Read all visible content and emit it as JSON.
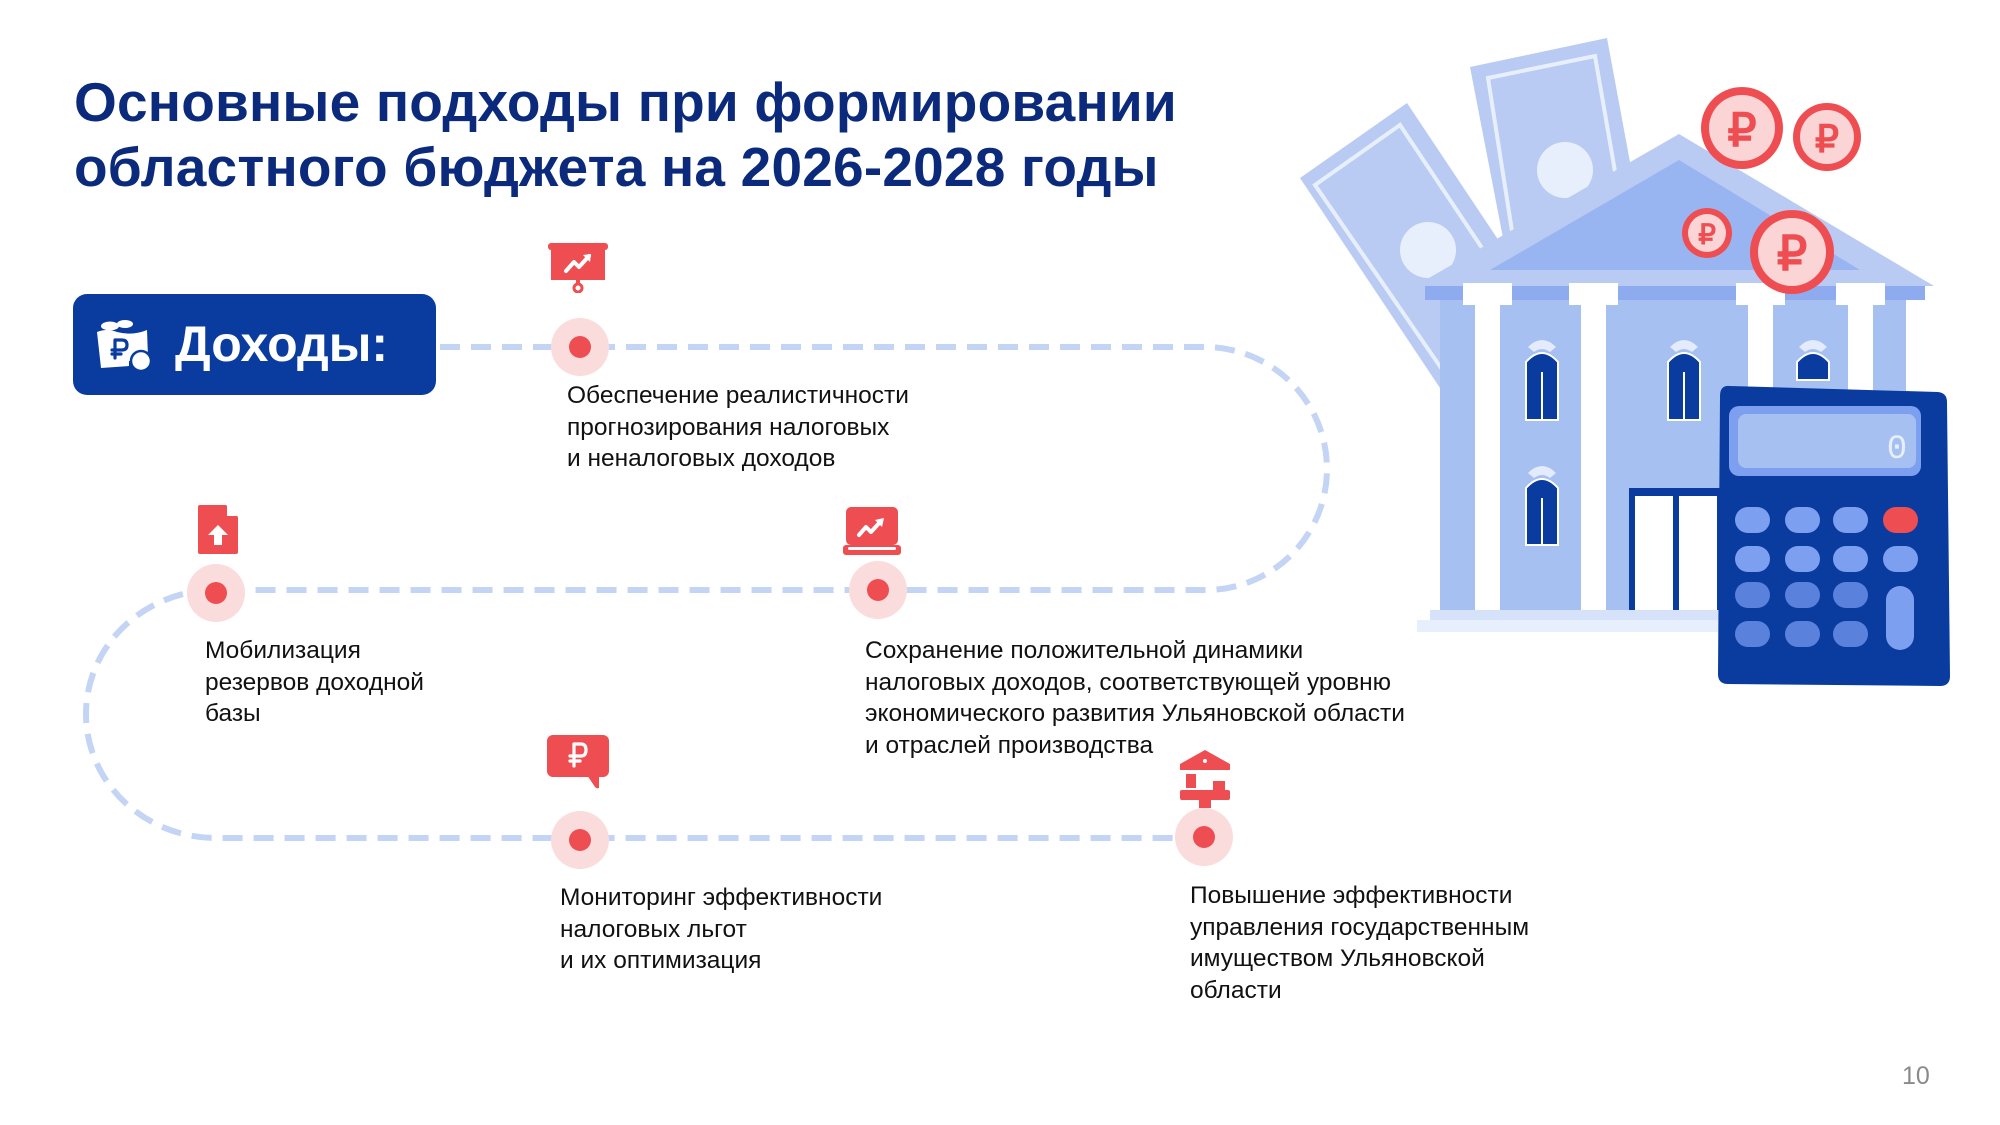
{
  "title": {
    "lines": [
      "Основные подходы при формировании",
      "областного бюджета на 2026-2028 годы"
    ]
  },
  "badge": {
    "label": "Доходы:",
    "icon": "wallet-ruble-icon",
    "color": "#0a3ca0"
  },
  "steps": [
    {
      "icon": "presentation-chart-icon",
      "lines": [
        "Обеспечение реалистичности",
        "прогнозирования налоговых",
        "и неналоговых доходов"
      ]
    },
    {
      "icon": "laptop-chart-icon",
      "lines": [
        "Сохранение положительной динамики",
        "налоговых доходов, соответствующей уровню",
        "экономического развития Ульяновской области",
        "и отраслей производства"
      ]
    },
    {
      "icon": "file-upload-icon",
      "lines": [
        "Мобилизация",
        "резервов доходной",
        "базы"
      ]
    },
    {
      "icon": "ruble-chat-icon",
      "lines": [
        "Мониторинг эффективности",
        "налоговых льгот",
        "и их оптимизация"
      ]
    },
    {
      "icon": "bank-building-icon",
      "lines": [
        "Повышение эффективности",
        "управления государственным",
        "имуществом Ульяновской",
        "области"
      ]
    }
  ],
  "illustration": {
    "description": "bank building with banknotes, ruble coins and calculator",
    "calculator_display": "0",
    "coin_symbol": "₽"
  },
  "colors": {
    "title": "#0b2a7c",
    "accent_red": "#ee4e51",
    "node_halo": "#fbdcdc",
    "path_dash": "#c4d4f4"
  },
  "page_number": "10"
}
